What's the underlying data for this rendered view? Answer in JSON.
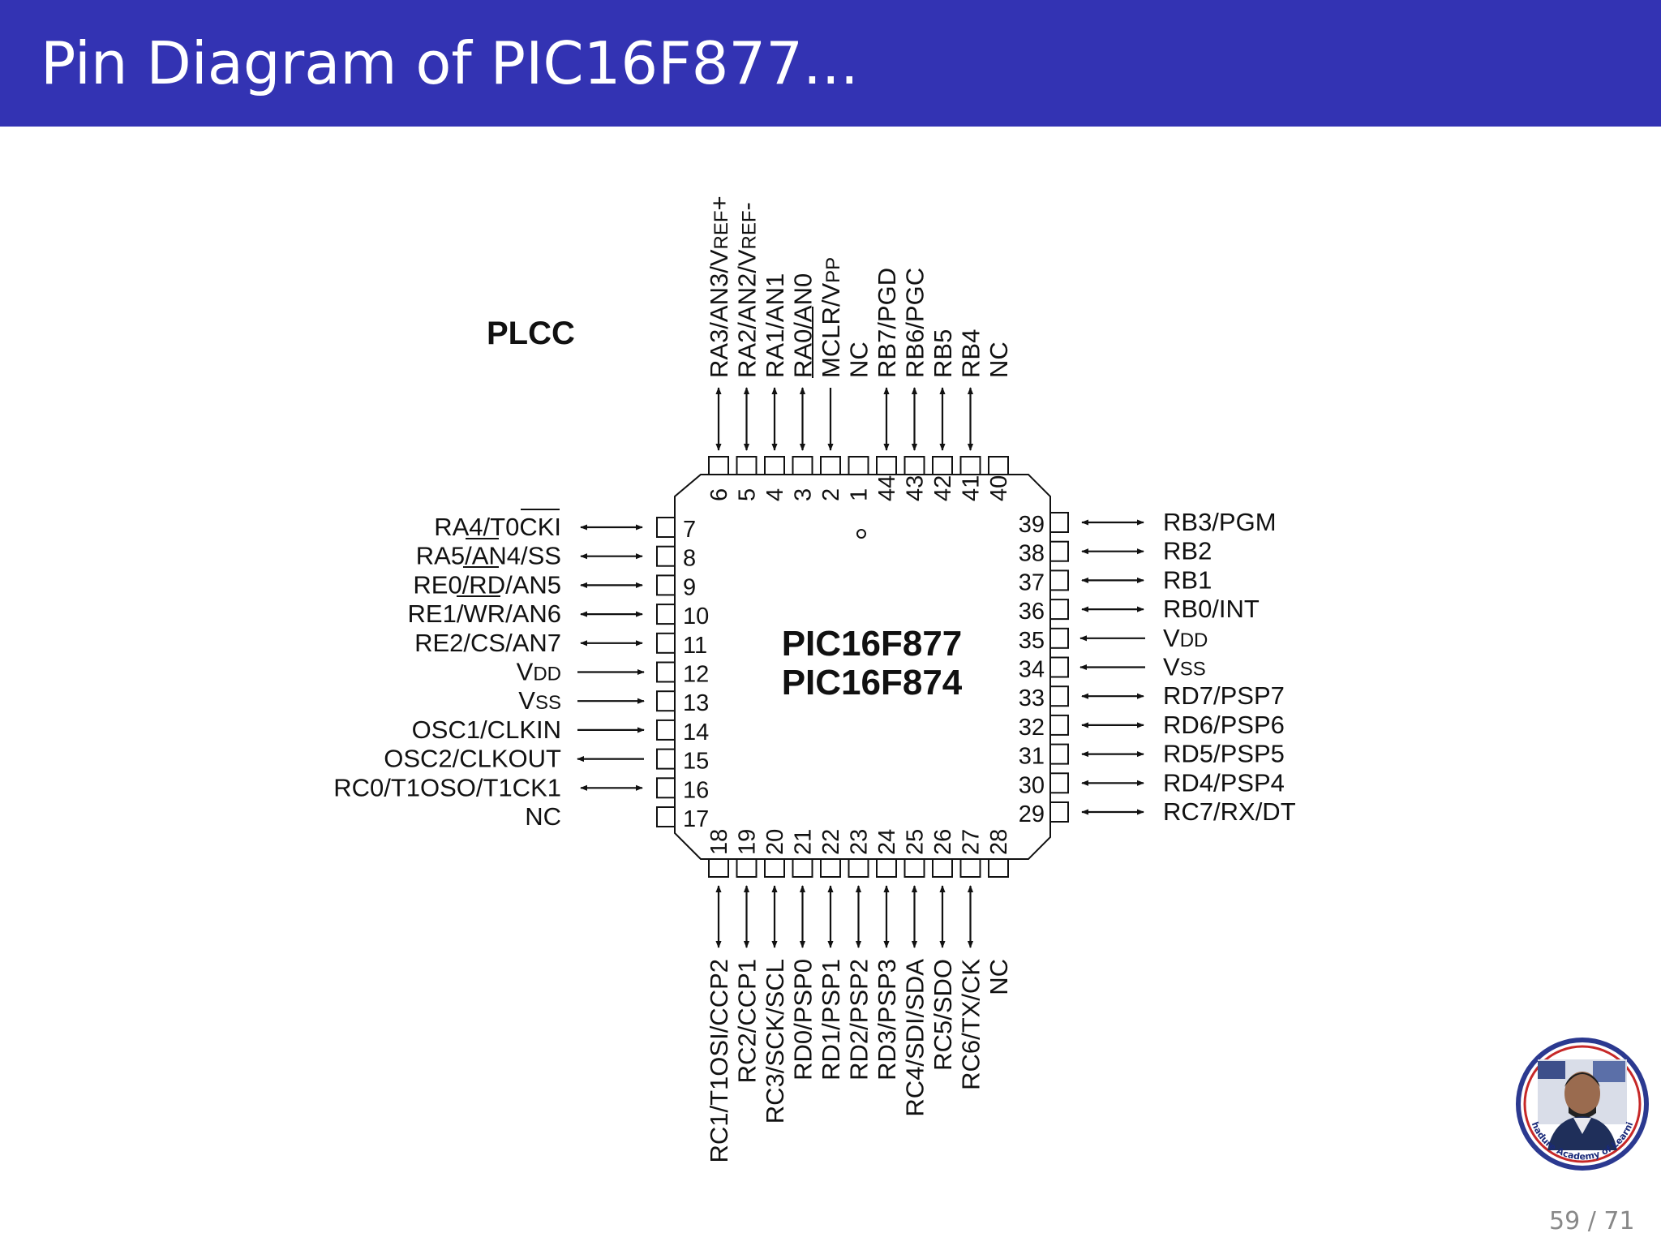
{
  "slide": {
    "title": "Pin Diagram of PIC16F877...",
    "page_number": "59 / 71"
  },
  "diagram": {
    "package_label": "PLCC",
    "chip_names": [
      "PIC16F877",
      "PIC16F874"
    ],
    "pins_top": [
      {
        "num": "6",
        "name": "RA3/AN3/VREF+",
        "dir": "bi"
      },
      {
        "num": "5",
        "name": "RA2/AN2/VREF-",
        "dir": "bi"
      },
      {
        "num": "4",
        "name": "RA1/AN1",
        "dir": "bi"
      },
      {
        "num": "3",
        "name": "RA0/AN0",
        "dir": "bi"
      },
      {
        "num": "2",
        "name": "MCLR/VPP",
        "dir": "in"
      },
      {
        "num": "1",
        "name": "NC",
        "dir": "none"
      },
      {
        "num": "44",
        "name": "RB7/PGD",
        "dir": "bi"
      },
      {
        "num": "43",
        "name": "RB6/PGC",
        "dir": "bi"
      },
      {
        "num": "42",
        "name": "RB5",
        "dir": "bi"
      },
      {
        "num": "41",
        "name": "RB4",
        "dir": "bi"
      },
      {
        "num": "40",
        "name": "NC",
        "dir": "none"
      }
    ],
    "pins_left": [
      {
        "num": "7",
        "name": "RA4/T0CKI",
        "dir": "bi"
      },
      {
        "num": "8",
        "name": "RA5/AN4/SS",
        "dir": "bi"
      },
      {
        "num": "9",
        "name": "RE0/RD/AN5",
        "dir": "bi"
      },
      {
        "num": "10",
        "name": "RE1/WR/AN6",
        "dir": "bi"
      },
      {
        "num": "11",
        "name": "RE2/CS/AN7",
        "dir": "bi"
      },
      {
        "num": "12",
        "name": "VDD",
        "dir": "in"
      },
      {
        "num": "13",
        "name": "VSS",
        "dir": "in"
      },
      {
        "num": "14",
        "name": "OSC1/CLKIN",
        "dir": "in"
      },
      {
        "num": "15",
        "name": "OSC2/CLKOUT",
        "dir": "out"
      },
      {
        "num": "16",
        "name": "RC0/T1OSO/T1CK1",
        "dir": "bi"
      },
      {
        "num": "17",
        "name": "NC",
        "dir": "none"
      }
    ],
    "pins_right": [
      {
        "num": "39",
        "name": "RB3/PGM",
        "dir": "bi"
      },
      {
        "num": "38",
        "name": "RB2",
        "dir": "bi"
      },
      {
        "num": "37",
        "name": "RB1",
        "dir": "bi"
      },
      {
        "num": "36",
        "name": "RB0/INT",
        "dir": "bi"
      },
      {
        "num": "35",
        "name": "VDD",
        "dir": "in"
      },
      {
        "num": "34",
        "name": "VSS",
        "dir": "in"
      },
      {
        "num": "33",
        "name": "RD7/PSP7",
        "dir": "bi"
      },
      {
        "num": "32",
        "name": "RD6/PSP6",
        "dir": "bi"
      },
      {
        "num": "31",
        "name": "RD5/PSP5",
        "dir": "bi"
      },
      {
        "num": "30",
        "name": "RD4/PSP4",
        "dir": "bi"
      },
      {
        "num": "29",
        "name": "RC7/RX/DT",
        "dir": "bi"
      }
    ],
    "pins_bottom": [
      {
        "num": "18",
        "name": "RC1/T1OSI/CCP2",
        "dir": "bi"
      },
      {
        "num": "19",
        "name": "RC2/CCP1",
        "dir": "bi"
      },
      {
        "num": "20",
        "name": "RC3/SCK/SCL",
        "dir": "bi"
      },
      {
        "num": "21",
        "name": "RD0/PSP0",
        "dir": "bi"
      },
      {
        "num": "22",
        "name": "RD1/PSP1",
        "dir": "bi"
      },
      {
        "num": "23",
        "name": "RD2/PSP2",
        "dir": "bi"
      },
      {
        "num": "24",
        "name": "RD3/PSP3",
        "dir": "bi"
      },
      {
        "num": "25",
        "name": "RC4/SDI/SDA",
        "dir": "bi"
      },
      {
        "num": "26",
        "name": "RC5/SDO",
        "dir": "bi"
      },
      {
        "num": "27",
        "name": "RC6/TX/CK",
        "dir": "bi"
      },
      {
        "num": "28",
        "name": "NC",
        "dir": "none"
      }
    ]
  },
  "badge": {
    "icon": "presenter-avatar-icon",
    "text": "Bahadure Academy of Learning"
  },
  "colors": {
    "header": "#3333b3",
    "title_text": "#ffffff",
    "ink": "#111111",
    "page_number": "#888888"
  }
}
